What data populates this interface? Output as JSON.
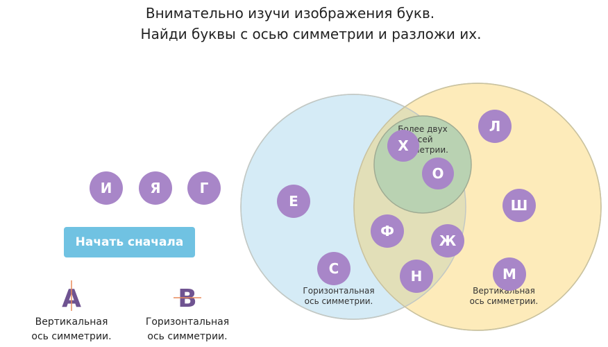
{
  "instructions": {
    "line1": "Внимательно изучи изображения букв.",
    "line2": "Найди буквы с осью симметрии и разложи их."
  },
  "venn": {
    "left_label": [
      "Горизонтальная",
      "ось симметрии."
    ],
    "right_label": [
      "Вертикальная",
      "ось симметрии."
    ],
    "center_label": [
      "Более двух",
      "осей симметрии."
    ],
    "left_color": "#d5ebf6",
    "right_color": "#fde9b4",
    "overlap_color": "#e2dfb8",
    "center_color": "#b9d2b2"
  },
  "pool_letters": [
    "И",
    "Я",
    "Г"
  ],
  "placed_letters": {
    "horizontal_only": [
      "Е",
      "С"
    ],
    "vertical_only": [
      "Л",
      "Ш",
      "М"
    ],
    "both": [
      "Ф",
      "Ж",
      "Н"
    ],
    "more_than_two": [
      "Х",
      "О"
    ]
  },
  "reset_button": {
    "label": "Начать сначала"
  },
  "legend": [
    {
      "glyph": "А",
      "caption": [
        "Вертикальная",
        "ось симметрии."
      ]
    },
    {
      "glyph": "В",
      "caption": [
        "Горизонтальная",
        "ось симметрии."
      ]
    }
  ],
  "colors": {
    "chip": "#a886c8",
    "button": "#70c2e2",
    "legend_glyph": "#6f5391",
    "axis_line": "#e88a5a"
  }
}
